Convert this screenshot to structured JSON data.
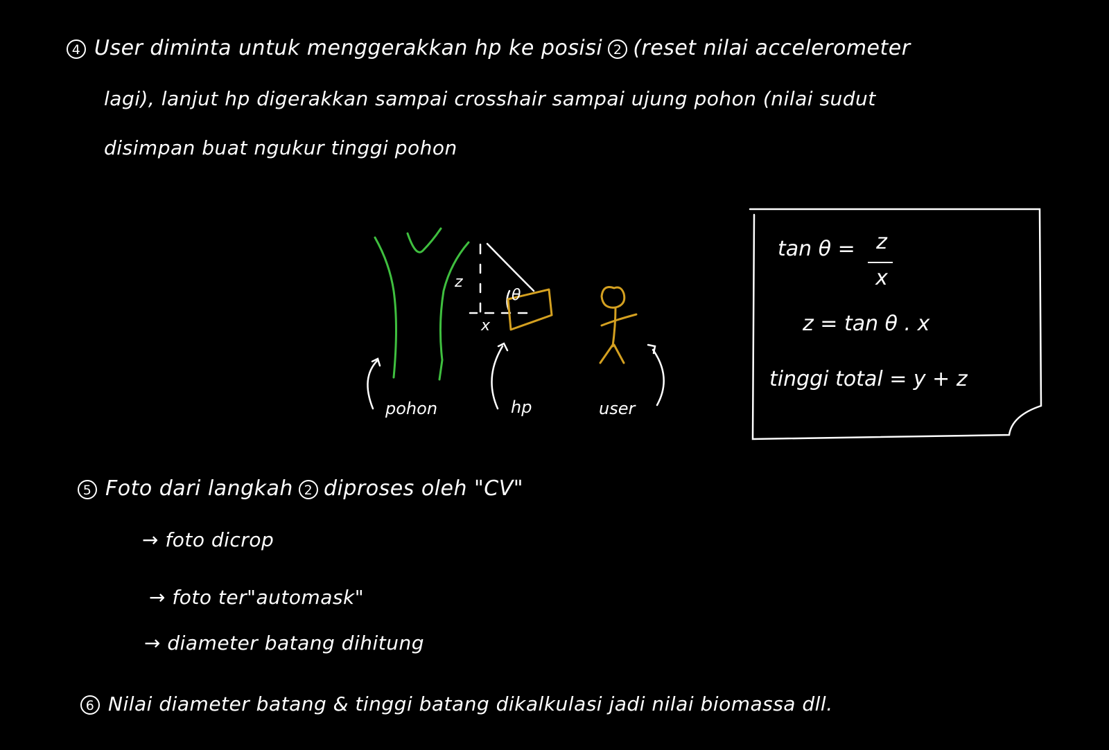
{
  "colors": {
    "background": "#000000",
    "ink": "#ffffff",
    "tree": "#3fbf3f",
    "phone_user": "#d4a020"
  },
  "step4": {
    "number": "4",
    "line1_before": "User diminta untuk menggerakkan hp ke posisi",
    "ref_number": "2",
    "line1_after": "(reset nilai accelerometer",
    "line2": "lagi), lanjut hp digerakkan sampai crosshair sampai ujung pohon (nilai sudut",
    "line3": "disimpan buat ngukur tinggi pohon"
  },
  "diagram": {
    "label_z": "z",
    "label_x": "x",
    "label_theta": "θ",
    "label_tree": "pohon",
    "label_phone": "hp",
    "label_user": "user"
  },
  "formula_box": {
    "line1_left": "tan θ =",
    "line1_num": "z",
    "line1_den": "x",
    "line2": "z  =  tan θ . x",
    "line3": "tinggi total  =  y + z"
  },
  "step5": {
    "number": "5",
    "text_before": "Foto dari langkah",
    "ref_number": "2",
    "text_after": "diproses oleh \"CV\"",
    "bullets": [
      "→ foto dicrop",
      "→ foto ter\"automask\"",
      "→ diameter batang dihitung"
    ]
  },
  "step6": {
    "number": "6",
    "text": "Nilai diameter batang & tinggi batang dikalkulasi jadi nilai biomassa dll."
  }
}
